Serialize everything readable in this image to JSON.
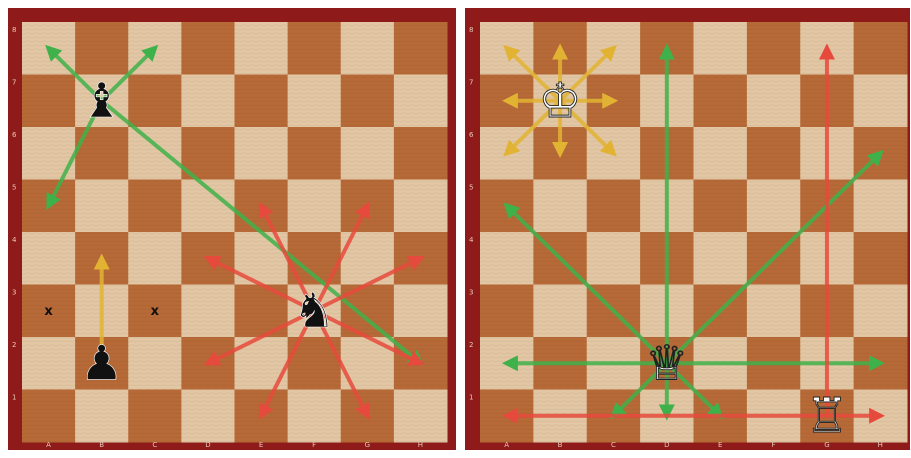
{
  "files": [
    "A",
    "B",
    "C",
    "D",
    "E",
    "F",
    "G",
    "H"
  ],
  "ranks": [
    "1",
    "2",
    "3",
    "4",
    "5",
    "6",
    "7",
    "8"
  ],
  "colors": {
    "frame": "#8e1a1a",
    "light_square": "#e3c7a4",
    "dark_square": "#b76a37",
    "green_arrow": "#3fb14a",
    "red_arrow": "#e64a3c",
    "yellow_arrow": "#e2b333"
  },
  "boards": [
    {
      "name": "left-board",
      "pieces": [
        {
          "type": "bishop",
          "color": "black",
          "square": "b7",
          "glyph": "♝"
        },
        {
          "type": "knight",
          "color": "black",
          "square": "f3",
          "glyph": "♞"
        },
        {
          "type": "pawn",
          "color": "black",
          "square": "b2",
          "glyph": "♟"
        }
      ],
      "marks": [
        {
          "square": "a3",
          "text": "x"
        },
        {
          "square": "c3",
          "text": "x"
        }
      ],
      "arrows": [
        {
          "from": "b7",
          "to": "a8",
          "color": "green"
        },
        {
          "from": "b7",
          "to": "c8",
          "color": "green"
        },
        {
          "from": "b7",
          "to": "a5",
          "color": "green"
        },
        {
          "from": "b7",
          "to": "h2",
          "color": "green"
        },
        {
          "from": "f3",
          "to": "e5",
          "color": "red"
        },
        {
          "from": "f3",
          "to": "g5",
          "color": "red"
        },
        {
          "from": "f3",
          "to": "d4",
          "color": "red"
        },
        {
          "from": "f3",
          "to": "h4",
          "color": "red"
        },
        {
          "from": "f3",
          "to": "d2",
          "color": "red"
        },
        {
          "from": "f3",
          "to": "h2",
          "color": "red"
        },
        {
          "from": "f3",
          "to": "e1",
          "color": "red"
        },
        {
          "from": "f3",
          "to": "g1",
          "color": "red"
        },
        {
          "from": "b2",
          "to": "b4",
          "color": "yellow"
        }
      ]
    },
    {
      "name": "right-board",
      "pieces": [
        {
          "type": "king",
          "color": "white",
          "square": "b7",
          "glyph": "♔"
        },
        {
          "type": "queen",
          "color": "white",
          "square": "d2",
          "glyph": "♕"
        },
        {
          "type": "rook",
          "color": "white",
          "square": "g1",
          "glyph": "♖"
        }
      ],
      "marks": [],
      "arrows": [
        {
          "from": "b7",
          "to": "a8",
          "color": "yellow"
        },
        {
          "from": "b7",
          "to": "b8",
          "color": "yellow"
        },
        {
          "from": "b7",
          "to": "c8",
          "color": "yellow"
        },
        {
          "from": "b7",
          "to": "a7",
          "color": "yellow"
        },
        {
          "from": "b7",
          "to": "c7",
          "color": "yellow"
        },
        {
          "from": "b7",
          "to": "a6",
          "color": "yellow"
        },
        {
          "from": "b7",
          "to": "b6",
          "color": "yellow"
        },
        {
          "from": "b7",
          "to": "c6",
          "color": "yellow"
        },
        {
          "from": "d2",
          "to": "d8",
          "color": "green"
        },
        {
          "from": "d2",
          "to": "a5",
          "color": "green"
        },
        {
          "from": "d2",
          "to": "h6",
          "color": "green"
        },
        {
          "from": "d2",
          "to": "a2",
          "color": "green"
        },
        {
          "from": "d2",
          "to": "h2",
          "color": "green"
        },
        {
          "from": "d2",
          "to": "c1",
          "color": "green"
        },
        {
          "from": "d2",
          "to": "d1",
          "color": "green"
        },
        {
          "from": "d2",
          "to": "e1",
          "color": "green"
        },
        {
          "from": "g1",
          "to": "g8",
          "color": "red"
        },
        {
          "from": "g1",
          "to": "a1",
          "color": "red"
        },
        {
          "from": "g1",
          "to": "h1",
          "color": "red"
        }
      ]
    }
  ]
}
